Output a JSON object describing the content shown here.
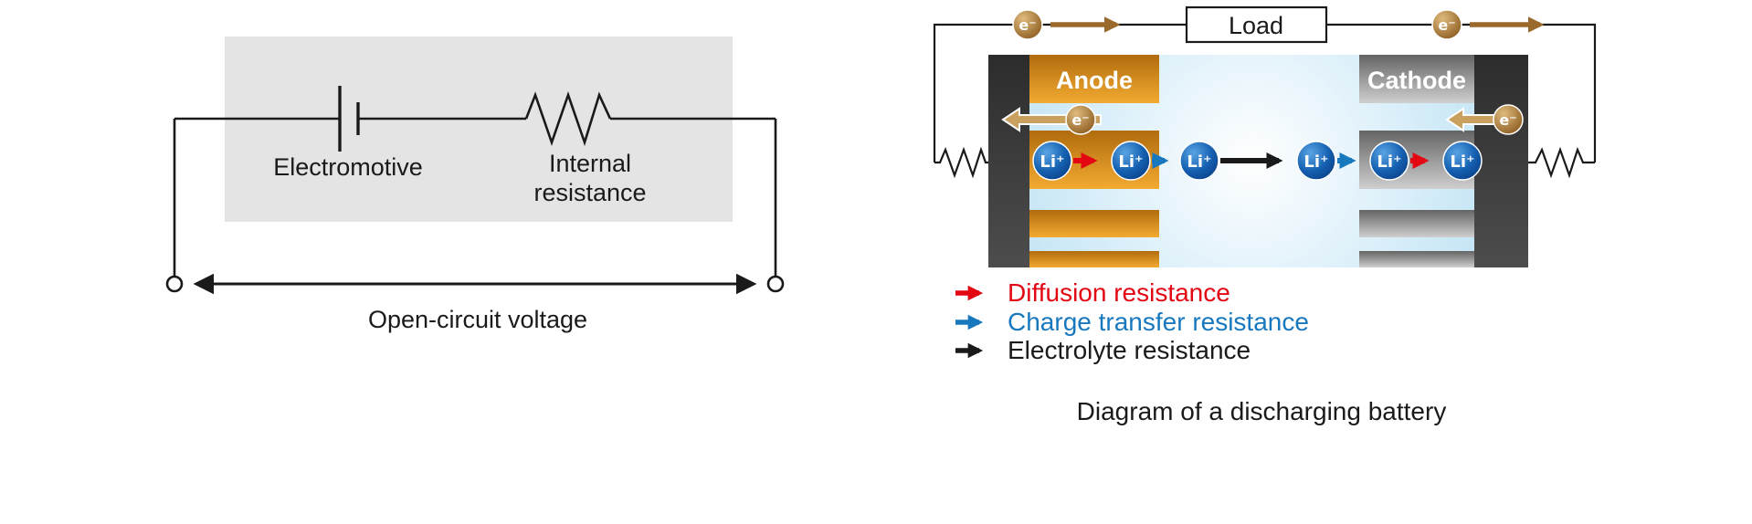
{
  "figure": {
    "left_circuit": {
      "electromotive_label": "Electromotive",
      "internal_label_line1": "Internal",
      "internal_label_line2": "resistance",
      "open_circuit_label": "Open-circuit voltage"
    },
    "battery": {
      "load_label": "Load",
      "anode_label": "Anode",
      "cathode_label": "Cathode",
      "electron_label": "e⁻",
      "ion_label": "Li⁺",
      "caption": "Diagram of a discharging battery"
    },
    "legend": {
      "items": [
        {
          "label": "Diffusion resistance",
          "color": "#e30613"
        },
        {
          "label": "Charge transfer resistance",
          "color": "#1878be"
        },
        {
          "label": "Electrolyte resistance",
          "color": "#1a1a1a"
        }
      ]
    },
    "colors": {
      "panel_gray": "#e4e4e4",
      "anode_top": "#b87413",
      "anode_bottom": "#f3aa31",
      "cathode_top": "#6a6a6a",
      "cathode_bottom": "#cfcfcf",
      "collector_dark": "#383838",
      "electrolyte_blue": "#c2e4f4",
      "electron_arrow_brown": "#9a6a2c",
      "electron_sphere_tan": "#c9a05e",
      "ion_sphere_blue": "#0b3f86",
      "diffusion_red": "#e30613",
      "charge_transfer_blue": "#1878be",
      "electrolyte_black": "#1a1a1a"
    }
  }
}
